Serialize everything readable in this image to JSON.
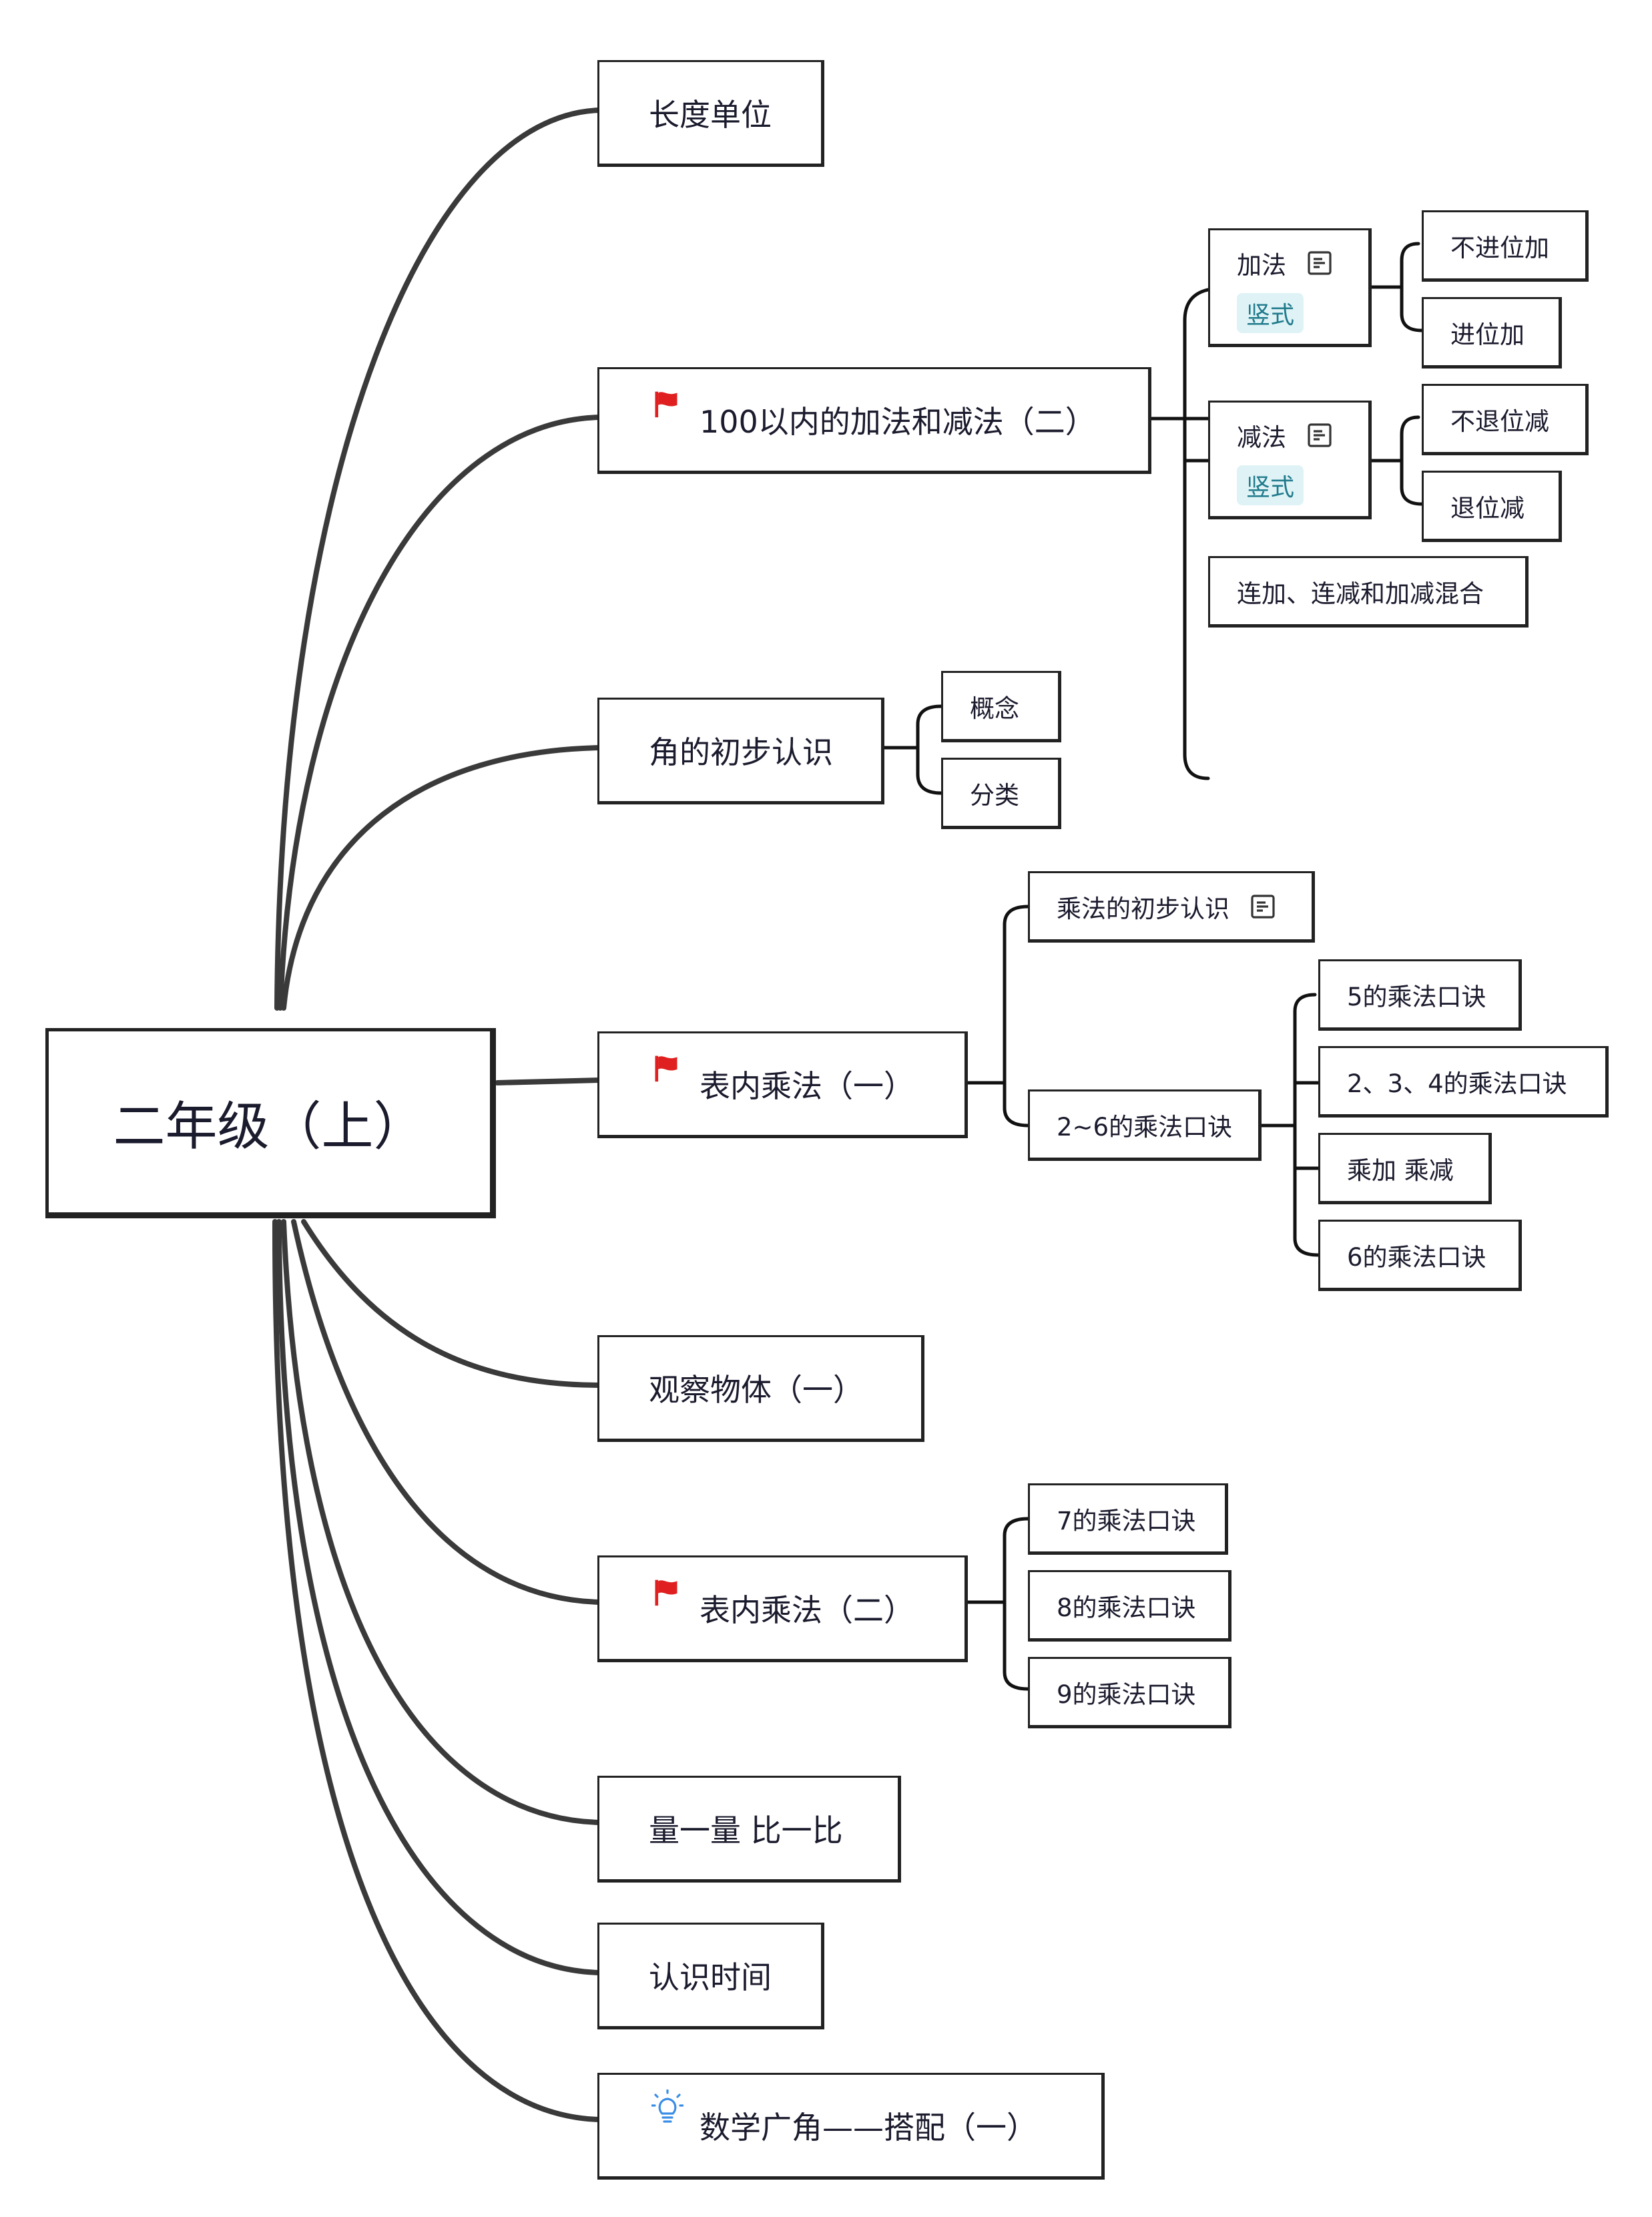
{
  "root": {
    "label": "二年级（上）"
  },
  "topics": {
    "length_units": {
      "label": "长度单位"
    },
    "add_sub": {
      "label": "100以内的加法和减法（二）",
      "marker": "red-flag-icon",
      "children": {
        "addition": {
          "label": "加法",
          "tag": "竖式",
          "note": "note-icon",
          "children": [
            "不进位加",
            "进位加"
          ]
        },
        "subtraction": {
          "label": "减法",
          "tag": "竖式",
          "note": "note-icon",
          "children": [
            "不退位减",
            "退位减"
          ]
        },
        "mixed": {
          "label": "连加、连减和加减混合"
        }
      }
    },
    "angles": {
      "label": "角的初步认识",
      "children": [
        "概念",
        "分类"
      ]
    },
    "mult1": {
      "label": "表内乘法（一）",
      "marker": "red-flag-icon",
      "children": {
        "intro": {
          "label": "乘法的初步认识",
          "note": "note-icon"
        },
        "tables": {
          "label": "2~6的乘法口诀",
          "children": [
            "5的乘法口诀",
            "2、3、4的乘法口诀",
            "乘加 乘减",
            "6的乘法口诀"
          ]
        }
      }
    },
    "observe": {
      "label": "观察物体（一）"
    },
    "mult2": {
      "label": "表内乘法（二）",
      "marker": "red-flag-icon",
      "children": [
        "7的乘法口诀",
        "8的乘法口诀",
        "9的乘法口诀"
      ]
    },
    "measure": {
      "label": "量一量 比一比"
    },
    "time": {
      "label": "认识时间"
    },
    "wide_angle": {
      "label": "数学广角——搭配（一）",
      "marker": "lightbulb-icon"
    }
  },
  "colors": {
    "line": "#3a3a3a",
    "flag": "#e02020",
    "tag_bg": "#dff3f6",
    "tag_text": "#1f7a8c",
    "bulb": "#3a8ee6"
  }
}
